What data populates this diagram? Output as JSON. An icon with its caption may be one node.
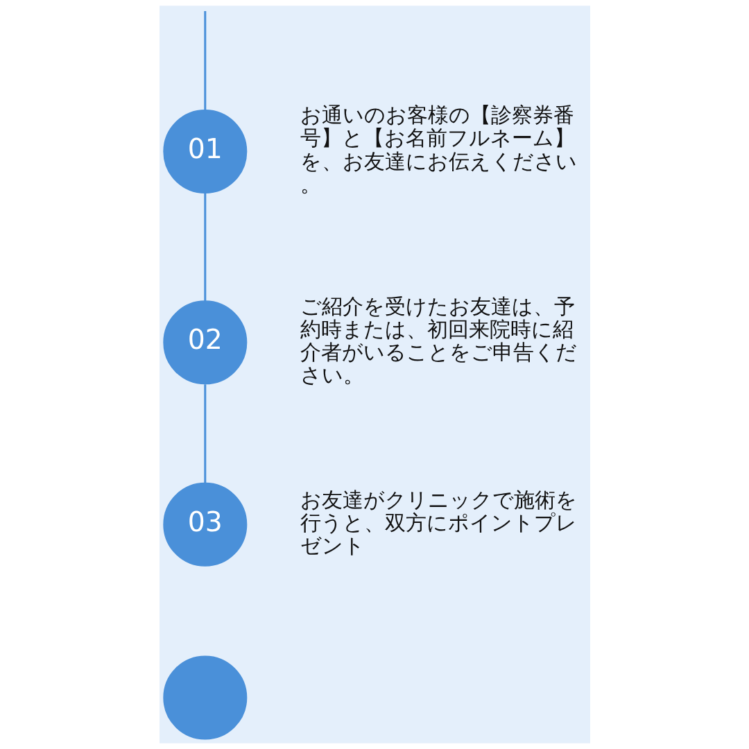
{
  "diagram": {
    "nodes": [
      {
        "text": [
          "01"
        ],
        "beside": [
          "お通いのお客様の【診察券番号】と【お名前フルネーム】を、お友達にお伝えください。"
        ]
      },
      {
        "text": [
          "02"
        ],
        "beside": [
          "ご紹介を受けたお友達は、予約時または、初回来院時に紹介者がいることをご申告ください。"
        ]
      },
      {
        "text": [
          "03"
        ],
        "beside": [
          "お友達がクリニックで施術を行うと、双方にポイントプレゼント"
        ]
      },
      {
        "text": [],
        "shape": "circle"
      }
    ],
    "edges": [
      {
        "from": null,
        "to": 0,
        "arrow": "none"
      },
      {
        "from": 0,
        "to": 1,
        "arrow": "none"
      },
      {
        "from": 1,
        "to": 2,
        "arrow": "none"
      }
    ]
  }
}
